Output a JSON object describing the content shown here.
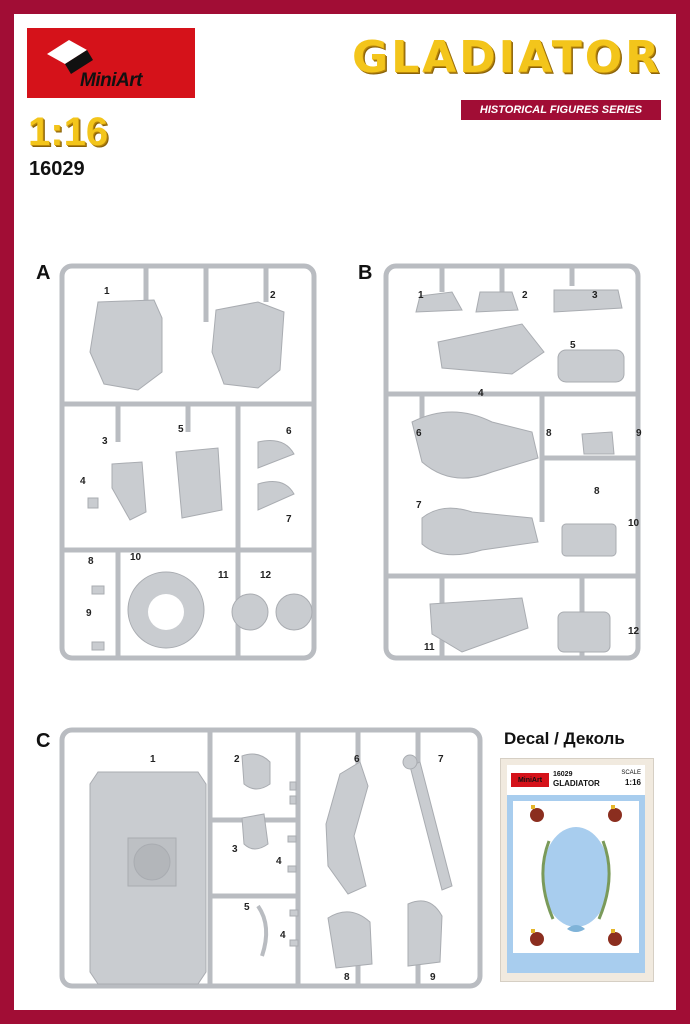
{
  "brand": {
    "logo": "MiniArt",
    "color_red": "#d5121a",
    "color_frame": "#a10d35",
    "color_gold": "#f3c51b"
  },
  "header": {
    "title": "GLADIATOR",
    "series": "HISTORICAL FIGURES  SERIES",
    "scale": "1:16",
    "code": "16029"
  },
  "sprues": {
    "A": {
      "letter": "A",
      "parts": [
        "1",
        "2",
        "3",
        "4",
        "5",
        "6",
        "7",
        "8",
        "9",
        "10",
        "11",
        "12"
      ]
    },
    "B": {
      "letter": "B",
      "parts": [
        "1",
        "2",
        "3",
        "4",
        "5",
        "6",
        "7",
        "8",
        "8",
        "9",
        "10",
        "11",
        "12"
      ]
    },
    "C": {
      "letter": "C",
      "parts": [
        "1",
        "2",
        "3",
        "4",
        "4",
        "5",
        "6",
        "7",
        "8",
        "9"
      ]
    }
  },
  "decal": {
    "title": "Decal / Деколь",
    "logo": "MiniArt",
    "code": "16029",
    "name": "GLADIATOR",
    "scale_label": "SCALE",
    "scale": "1:16"
  }
}
